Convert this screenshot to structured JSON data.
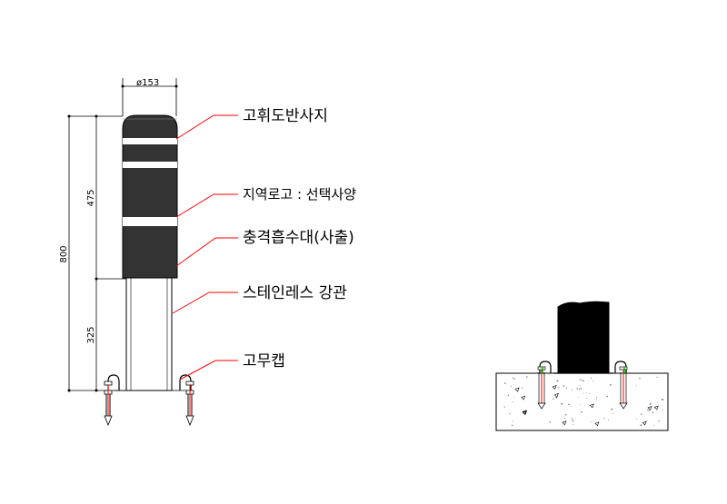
{
  "dimensions": {
    "diameter": "ø153",
    "total_height": "800",
    "upper_height": "475",
    "lower_height": "325"
  },
  "callouts": [
    "고휘도반사지",
    "지역로고 : 선택사양",
    "충격흡수대(사출)",
    "스테인레스  강관",
    "고무캡"
  ],
  "colors": {
    "body": "#333333",
    "leader": "#ff0000",
    "bolt": "#ff0000",
    "bolt_accent": "#00aa00",
    "concrete_dots": "#808080"
  }
}
